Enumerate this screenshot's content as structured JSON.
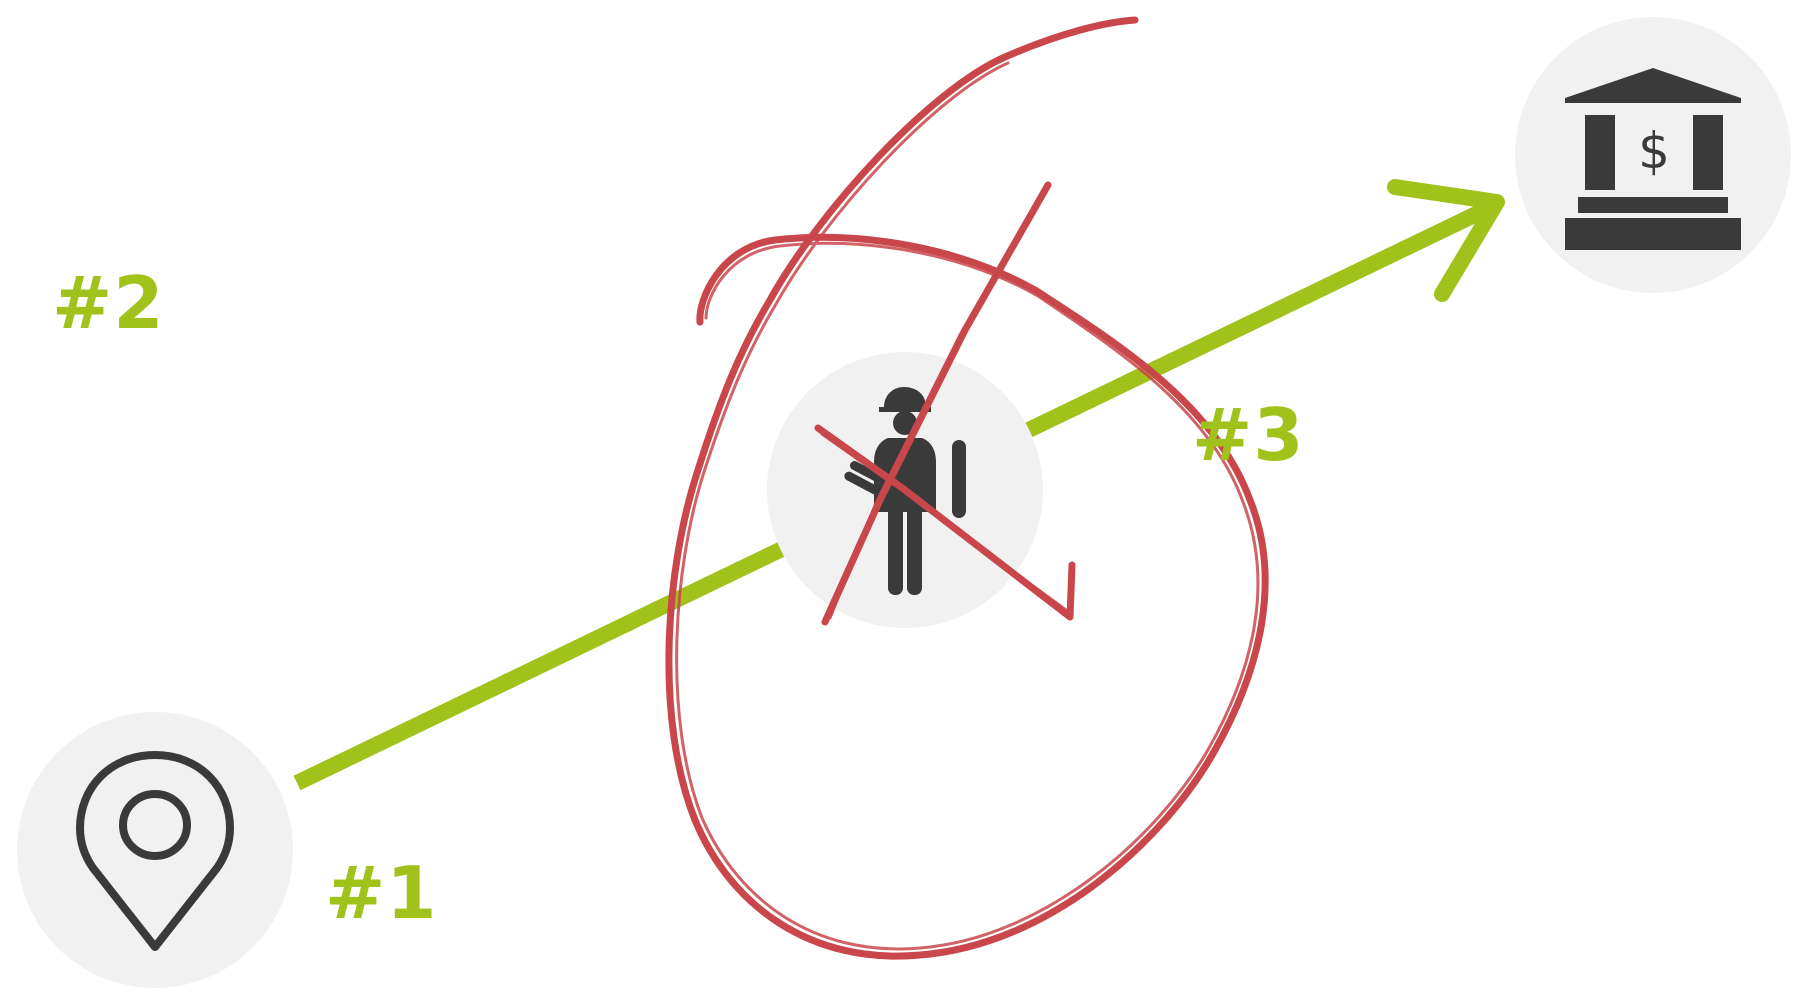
{
  "labels": {
    "step1": "#1",
    "step2": "#2",
    "step3": "#3"
  },
  "icons": {
    "start": "location-pin-icon",
    "middle": "construction-worker-icon",
    "end": "bank-icon"
  },
  "colors": {
    "accent_green": "#a1c21a",
    "strike_red": "#c9464a",
    "icon_dark": "#3a3a3a",
    "circle_bg": "#f1f1f1"
  }
}
